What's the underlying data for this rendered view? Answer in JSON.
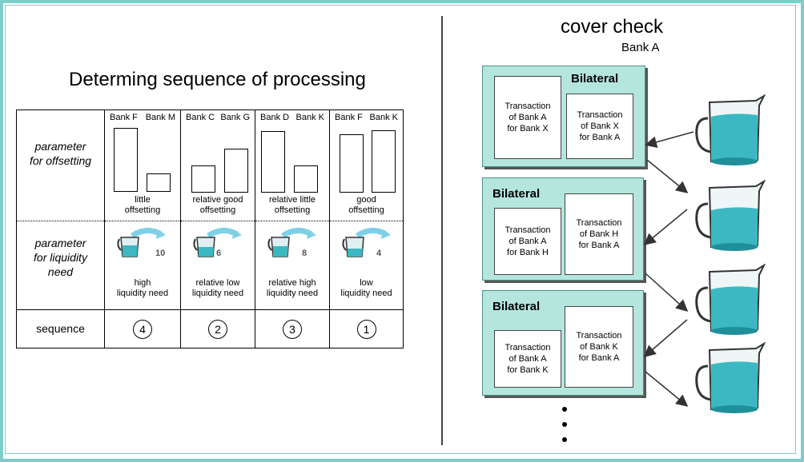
{
  "left": {
    "title": "Determing sequence of processing",
    "row_labels": {
      "offsetting": "parameter\nfor offsetting",
      "liquidity": "parameter\nfor liquidity\nneed",
      "sequence": "sequence"
    },
    "columns": [
      {
        "bank1": "Bank F",
        "bank2": "Bank M",
        "offset_caption": "little\noffsetting",
        "liquidity_value": "10",
        "liquidity_caption": "high\nliquidity need",
        "sequence": "4"
      },
      {
        "bank1": "Bank C",
        "bank2": "Bank G",
        "offset_caption": "relative good\noffsetting",
        "liquidity_value": "6",
        "liquidity_caption": "relative low\nliquidity need",
        "sequence": "2"
      },
      {
        "bank1": "Bank D",
        "bank2": "Bank K",
        "offset_caption": "relative little\noffsetting",
        "liquidity_value": "8",
        "liquidity_caption": "relative high\nliquidity need",
        "sequence": "3"
      },
      {
        "bank1": "Bank F",
        "bank2": "Bank K",
        "offset_caption": "good\noffsetting",
        "liquidity_value": "4",
        "liquidity_caption": "low\nliquidity need",
        "sequence": "1"
      }
    ]
  },
  "right": {
    "title": "cover check",
    "subtitle": "Bank A",
    "blocks": [
      {
        "label": "Bilateral",
        "tx_left": "Transaction\nof Bank A\nfor Bank X",
        "tx_right": "Transaction\nof Bank X\nfor Bank A"
      },
      {
        "label": "Bilateral",
        "tx_left": "Transaction\nof Bank A\nfor Bank H",
        "tx_right": "Transaction\nof Bank H\nfor Bank A"
      },
      {
        "label": "Bilateral",
        "tx_left": "Transaction\nof Bank A\nfor Bank K",
        "tx_right": "Transaction\nof Bank K\nfor Bank A"
      }
    ]
  },
  "colors": {
    "frame": "#7fcdc8",
    "block_fill": "#b4e6de",
    "water": "#3cb8c2"
  },
  "icons": [
    "jug-icon",
    "arrow-icon"
  ]
}
